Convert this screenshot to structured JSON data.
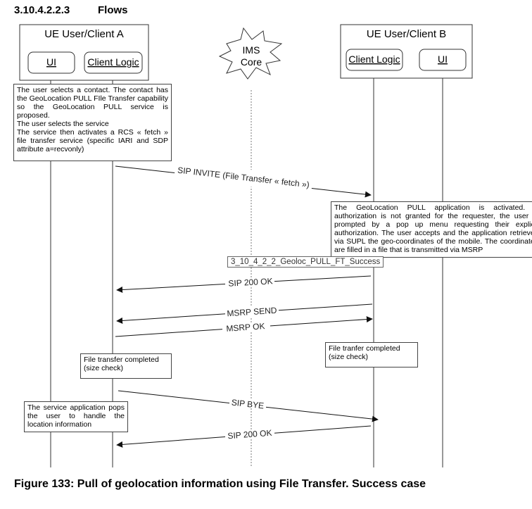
{
  "heading": {
    "number": "3.10.4.2.2.3",
    "title": "Flows"
  },
  "entities": {
    "ue_a": {
      "title": "UE User/Client A",
      "ui": "UI",
      "client_logic": "Client Logic"
    },
    "ims": {
      "line1": "IMS",
      "line2": "Core"
    },
    "ue_b": {
      "title": "UE User/Client B",
      "client_logic": "Client Logic",
      "ui": "UI"
    }
  },
  "notes": {
    "a_intro": [
      "The user selects a contact. The contact has the GeoLocation PULL FIle Transfer capability so the GeoLocation PULL service is proposed.",
      "The user selects the service",
      "The service then activates a RCS « fetch » file transfer service (specific IARI and SDP attribute a=recvonly)"
    ],
    "b_geoloc": "The GeoLocation PULL application is activated. If authorization is not granted for the requester, the user is prompted by a pop up menu requesting their explicit authorization. The user accepts and the application retrieves via SUPL the geo-coordinates of the mobile. The coordinates are filled in a file that is transmitted via MSRP",
    "a_complete": "File transfer completed (size check)",
    "b_complete": "File tranfer completed (size check)",
    "a_popup": "The service application pops the user to handle the location information"
  },
  "tag": "3_10_4_2_2_Geoloc_PULL_FT_Success",
  "messages": {
    "invite": "SIP INVITE (File Transfer « fetch »)",
    "ok1": "SIP 200 OK",
    "send": "MSRP SEND",
    "msrp_ok": "MSRP OK",
    "bye": "SIP BYE",
    "ok2": "SIP 200 OK"
  },
  "caption": "Figure 133: Pull of geolocation information using File Transfer. Success case"
}
